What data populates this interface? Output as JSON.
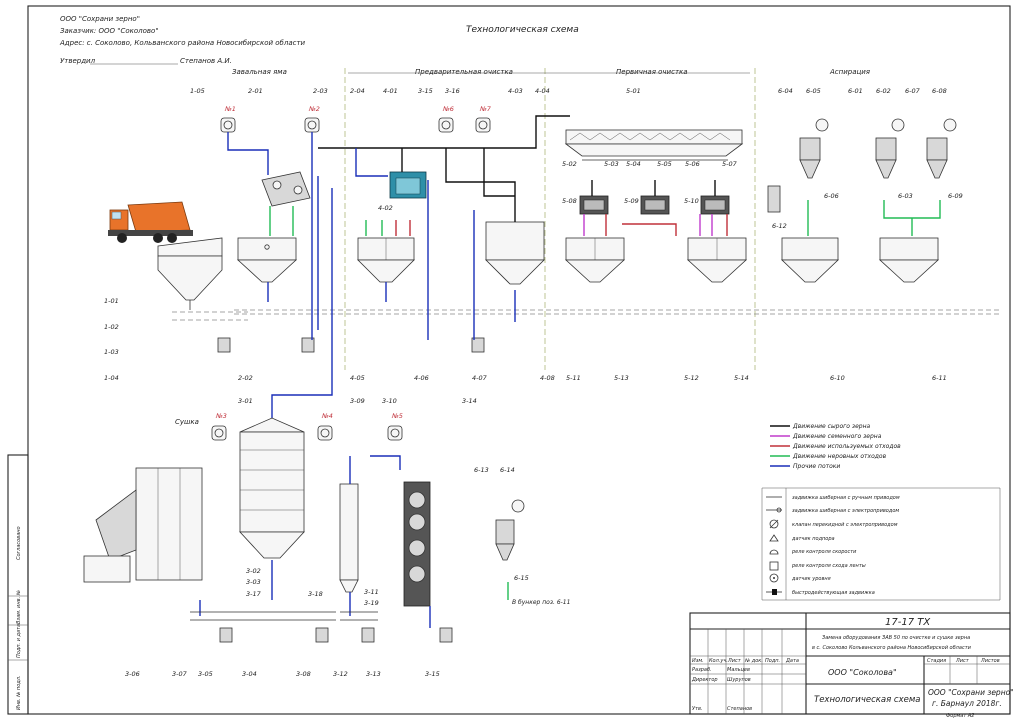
{
  "header": {
    "client_lines": [
      "ООО \"Сохрани зерно\"",
      "Заказчик: ООО \"Соколово\"",
      "Адрес: с. Соколово, Кольванского района Новосибирской области"
    ],
    "approve_label": "Утвердил",
    "approver": "Степанов А.И."
  },
  "title": "Технологическая схема",
  "sections": [
    "Завальная яма",
    "Предварительная очистка",
    "Первичная очистка",
    "Аспирация",
    "Сушка"
  ],
  "fans": [
    "№1",
    "№2",
    "№3",
    "№4",
    "№5",
    "№6",
    "№7"
  ],
  "tags": {
    "top": [
      "1-05",
      "2-01",
      "2-03",
      "2-04",
      "4-01",
      "3-15",
      "3-16",
      "4-03",
      "4-04",
      "5-01",
      "6-04",
      "6-05",
      "6-01",
      "6-02",
      "6-07",
      "6-08"
    ],
    "clean": [
      "5-02",
      "5-03",
      "5-04",
      "5-05",
      "5-06",
      "5-07",
      "5-08",
      "5-09",
      "5-10",
      "6-12",
      "6-06",
      "6-03",
      "6-09",
      "4-02"
    ],
    "left": [
      "1-01",
      "1-02",
      "1-03",
      "1-04"
    ],
    "bottom_row": [
      "2-02",
      "4-05",
      "4-06",
      "4-07",
      "4-08",
      "5-11",
      "5-13",
      "5-12",
      "5-14",
      "6-10",
      "6-11"
    ],
    "dryer_top": [
      "3-01",
      "3-09",
      "3-10",
      "3-14"
    ],
    "dryer_mid": [
      "3-02",
      "3-03",
      "3-17",
      "3-18",
      "3-11",
      "3-19",
      "6-13",
      "6-14",
      "6-15"
    ],
    "dryer_bottom": [
      "3-06",
      "3-07",
      "3-05",
      "3-04",
      "3-08",
      "3-12",
      "3-13",
      "3-15"
    ]
  },
  "dryer_label": "Сушка",
  "bunker_note": "В бункер поз. 6-11",
  "legend_flows": [
    {
      "label": "Движение сырого зерна",
      "color": "#111111"
    },
    {
      "label": "Движение семенного зерна",
      "color": "#c03ccc"
    },
    {
      "label": "Движение используемых отходов",
      "color": "#c0303a"
    },
    {
      "label": "Движение неровных отходов",
      "color": "#22bb55"
    },
    {
      "label": "Прочие потоки",
      "color": "#1a2fb8"
    }
  ],
  "legend_symbols": [
    "задвижка шиберная с ручным приводом",
    "задвижка шиберная с электроприводом",
    "клапан перекидной с электроприводом",
    "датчик подпора",
    "реле контроля скорости",
    "реле контроля схода ленты",
    "датчик уровня",
    "быстродействующая задвижка"
  ],
  "titleblock": {
    "code": "17-17 ТХ",
    "description": [
      "Замена оборудования ЗАВ 50 по очистке и сушке зерна",
      "в с. Соколово Кольванского района Новосибирской области"
    ],
    "headers": [
      "Изм.",
      "Кол.уч.",
      "Лист",
      "№ док.",
      "Подп.",
      "Дата"
    ],
    "roles": [
      {
        "role": "Разраб.",
        "name": "Мальцев"
      },
      {
        "role": "Директор",
        "name": "Шурупов"
      },
      {
        "role": "Утв.",
        "name": "Степанов"
      }
    ],
    "company": "ООО \"Соколова\"",
    "doc_title": "Технологическая схема",
    "stage_cols": [
      "Стадия",
      "Лист",
      "Листов"
    ],
    "developer": [
      "ООО \"Сохрани зерно\"",
      "г. Барнаул 2018г."
    ],
    "format": "Формат А2"
  },
  "side_stamp": [
    "Согласовано",
    "Взам. инв. №",
    "Подп. и дата",
    "Инв. № подл."
  ]
}
